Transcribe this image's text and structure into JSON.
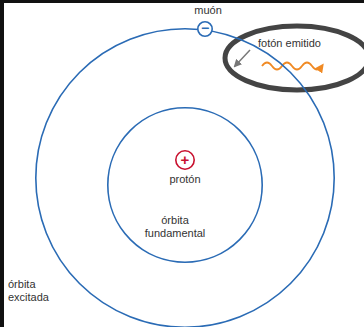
{
  "diagram": {
    "nodes": [
      {
        "text": [
          "órbita excitada"
        ]
      },
      {
        "text": [
          "órbita fundamental"
        ],
        "in": 0
      },
      {
        "text": [
          "+",
          "protón"
        ],
        "in": 1
      },
      {
        "text": [
          "−",
          "muón"
        ]
      }
    ],
    "labels": [
      "fotón emitido"
    ]
  }
}
